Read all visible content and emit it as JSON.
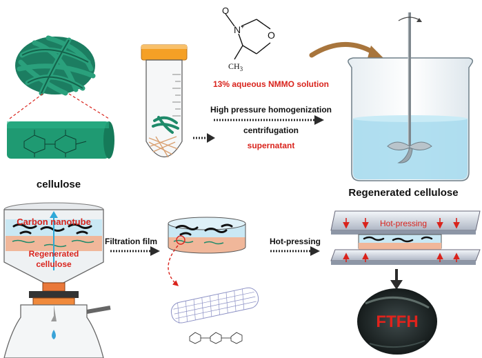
{
  "labels": {
    "cellulose": "cellulose",
    "regenerated_cellulose": "Regenerated cellulose",
    "solution": "13% aqueous NMMO solution",
    "step_homogenization": "High pressure homogenization",
    "step_centrifugation": "centrifugation",
    "step_supernatant": "supernatant",
    "carbon_nanotube": "Carbon nanotube",
    "regenerated_cellulose_funnel": "Regenerated cellulose",
    "filtration_film": "Filtration film",
    "hot_pressing_arrow": "Hot-pressing",
    "hot_pressing_plate": "Hot-pressing",
    "product": "FTFH"
  },
  "molecule": {
    "n_oxide_o": "O",
    "n_plus": "N",
    "ring_o": "O",
    "methyl": "CH3"
  },
  "colors": {
    "cellulose_green": "#1f8a6a",
    "red_text": "#d9231c",
    "arrow_dark": "#3a3a3a",
    "orange_cap": "#f5a025",
    "cnt_layer": "#c9e8f4",
    "regen_layer": "#f0b79a",
    "liquid": "#a9dcee",
    "stir_arrow": "#a8753c"
  },
  "icons": [
    "cellulose-fiber-bundle-icon",
    "centrifuge-tube-icon",
    "beaker-stirrer-icon",
    "vacuum-filtration-icon",
    "film-disk-icon",
    "carbon-nanotube-icon",
    "hot-press-icon",
    "ftfh-film-icon"
  ]
}
